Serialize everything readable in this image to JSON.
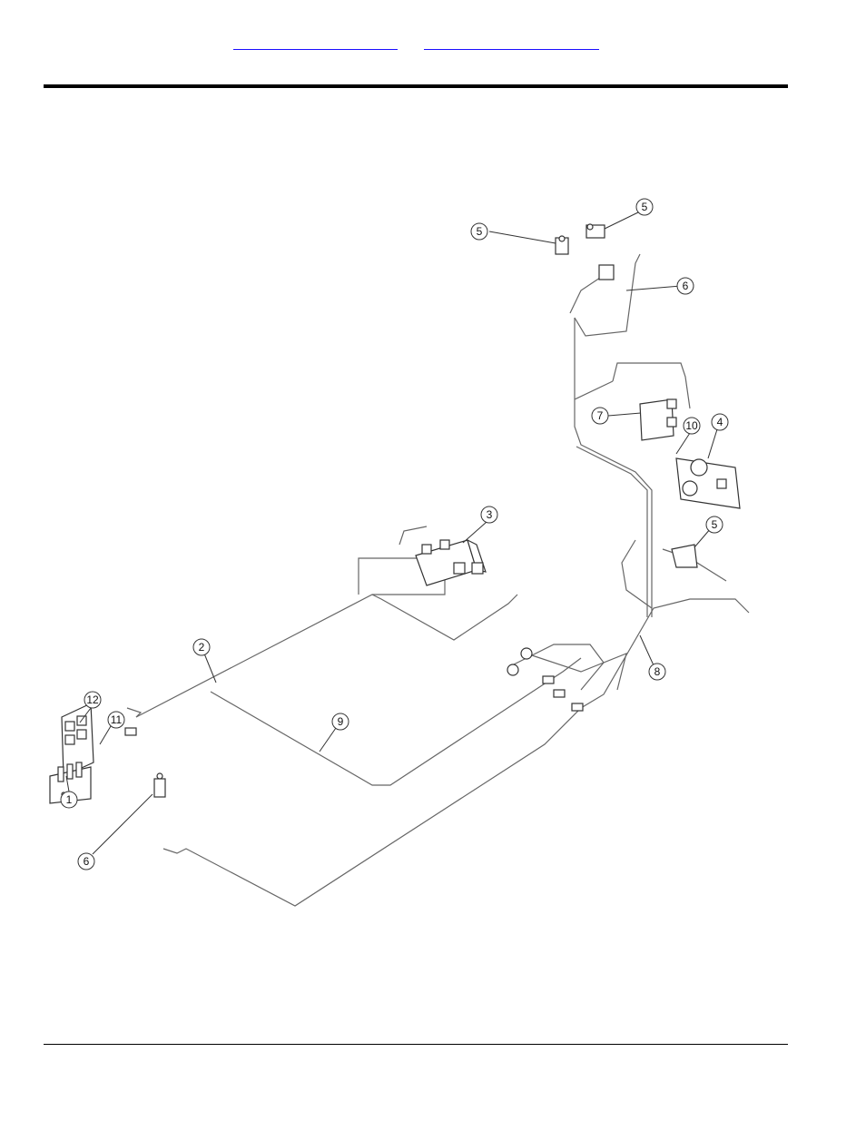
{
  "header": {
    "links": [
      {
        "name": "nav-link-1",
        "text": ""
      },
      {
        "name": "nav-link-2",
        "text": ""
      }
    ]
  },
  "diagram": {
    "callouts": [
      {
        "label": "1"
      },
      {
        "label": "2"
      },
      {
        "label": "3"
      },
      {
        "label": "4"
      },
      {
        "label": "5"
      },
      {
        "label": "5"
      },
      {
        "label": "5"
      },
      {
        "label": "6"
      },
      {
        "label": "6"
      },
      {
        "label": "7"
      },
      {
        "label": "8"
      },
      {
        "label": "9"
      },
      {
        "label": "10"
      },
      {
        "label": "11"
      },
      {
        "label": "12"
      }
    ]
  },
  "colors": {
    "rule": "#000000",
    "link": "#1a0dff",
    "line": "#555555"
  }
}
